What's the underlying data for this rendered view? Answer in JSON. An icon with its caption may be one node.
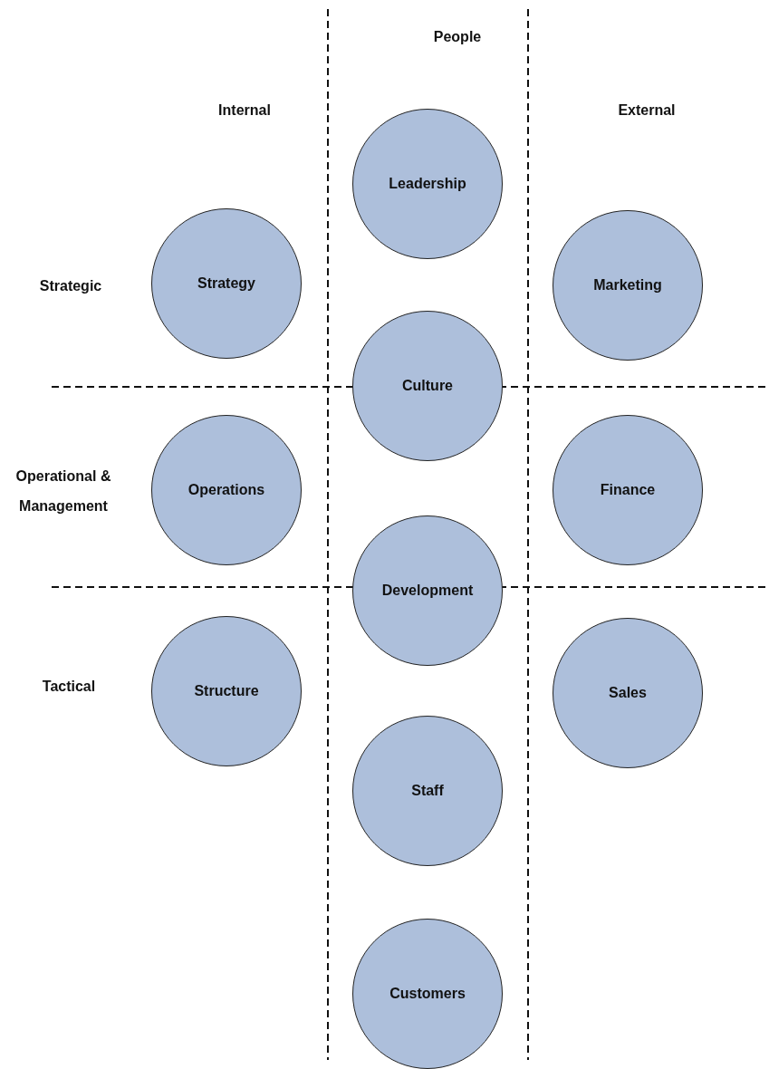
{
  "diagram": {
    "nodes": [
      {
        "text": [
          "Leadership"
        ]
      },
      {
        "text": [
          "Strategy"
        ]
      },
      {
        "text": [
          "Marketing"
        ]
      },
      {
        "text": [
          "Culture"
        ]
      },
      {
        "text": [
          "Operations"
        ]
      },
      {
        "text": [
          "Finance"
        ]
      },
      {
        "text": [
          "Development"
        ]
      },
      {
        "text": [
          "Structure"
        ]
      },
      {
        "text": [
          "Sales"
        ]
      },
      {
        "text": [
          "Staff"
        ]
      },
      {
        "text": [
          "Customers"
        ]
      }
    ],
    "labels": [
      "People",
      "Internal",
      "External",
      "Strategic",
      "Operational & Management",
      "Tactical"
    ]
  }
}
